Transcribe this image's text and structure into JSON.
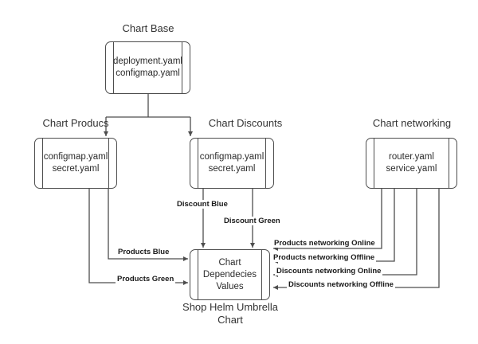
{
  "diagram": {
    "title": "Helm umbrella chart dependency diagram",
    "stroke_color": "#4d4d4d",
    "text_color": "#333333",
    "label_color": "#1a1a1a",
    "background": "#ffffff"
  },
  "nodes": {
    "base": {
      "title": "Chart Base",
      "lines": [
        "deployment.yaml",
        "configmap.yaml"
      ]
    },
    "products": {
      "title": "Chart Producs",
      "lines": [
        "configmap.yaml",
        "secret.yaml"
      ]
    },
    "discounts": {
      "title": "Chart Discounts",
      "lines": [
        "configmap.yaml",
        "secret.yaml"
      ]
    },
    "networking": {
      "title": "Chart networking",
      "lines": [
        "router.yaml",
        "service.yaml"
      ]
    },
    "umbrella": {
      "lines": [
        "Chart",
        "Dependecies",
        "Values"
      ],
      "caption_line1": "Shop Helm Umbrella",
      "caption_line2": "Chart"
    }
  },
  "edges": {
    "discount_blue": "Discount Blue",
    "discount_green": "Discount Green",
    "products_blue": "Products Blue",
    "products_green": "Products Green",
    "products_networking_online": "Products networking Online",
    "products_networking_offline": "Products networking Offline",
    "discounts_networking_online": "Discounts networking Online",
    "discounts_networking_offline": "Discounts networking Offline"
  }
}
